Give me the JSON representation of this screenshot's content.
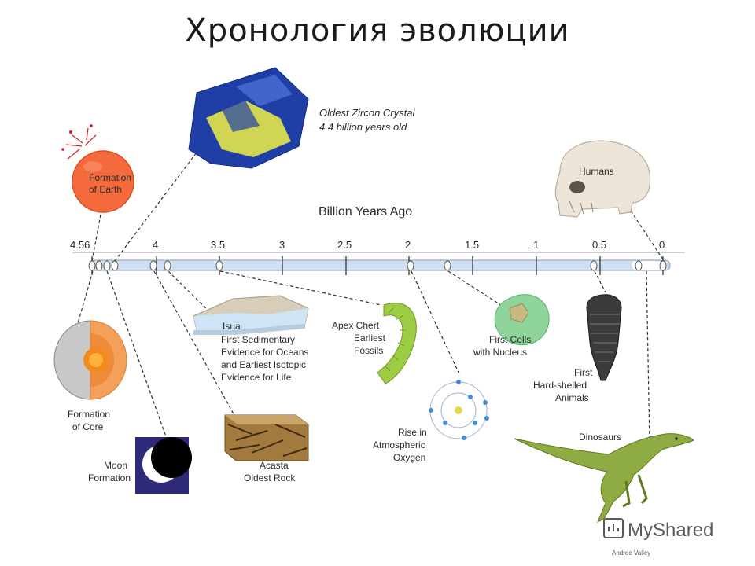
{
  "title": "Хронология эволюции",
  "axis": {
    "label": "Billion Years Ago",
    "ticks": [
      "4.56",
      "4",
      "3.5",
      "3",
      "2.5",
      "2",
      "1.5",
      "1",
      "0.5",
      "0"
    ],
    "tick_values": [
      4.56,
      4,
      3.5,
      3,
      2.5,
      2,
      1.5,
      1,
      0.5,
      0
    ]
  },
  "events": {
    "earth": [
      "Formation",
      "of Earth"
    ],
    "zircon": [
      "Oldest Zircon Crystal",
      "4.4 billion years old"
    ],
    "humans": [
      "Humans"
    ],
    "core": [
      "Formation",
      "of Core"
    ],
    "moon": [
      "Moon",
      "Formation"
    ],
    "isua_name": "Isua",
    "isua": [
      "First Sedimentary",
      "Evidence for Oceans",
      "and Earliest Isotopic",
      "Evidence for Life"
    ],
    "acasta": [
      "Acasta",
      "Oldest Rock"
    ],
    "apex": [
      "Apex Chert",
      "Earliest",
      "Fossils"
    ],
    "oxygen": [
      "Rise in",
      "Atmospheric",
      "Oxygen"
    ],
    "cells": [
      "First Cells",
      "with Nucleus"
    ],
    "shelled": [
      "First",
      "Hard-shelled",
      "Animals"
    ],
    "dinosaurs": [
      "Dinosaurs"
    ]
  },
  "credit": "Andree Valley",
  "watermark": "MyShared",
  "colors": {
    "timeline": "#cfe0f3",
    "earth": "#f46a3c",
    "core": "#ef8a3a",
    "zircon": "#1f3fa6",
    "zircon_highlight": "#e3e64a",
    "fossil_green": "#9ccd45",
    "cell_green": "#8fd49a",
    "dinosaur": "#8eab44",
    "moon_bg": "#2e2a78"
  }
}
